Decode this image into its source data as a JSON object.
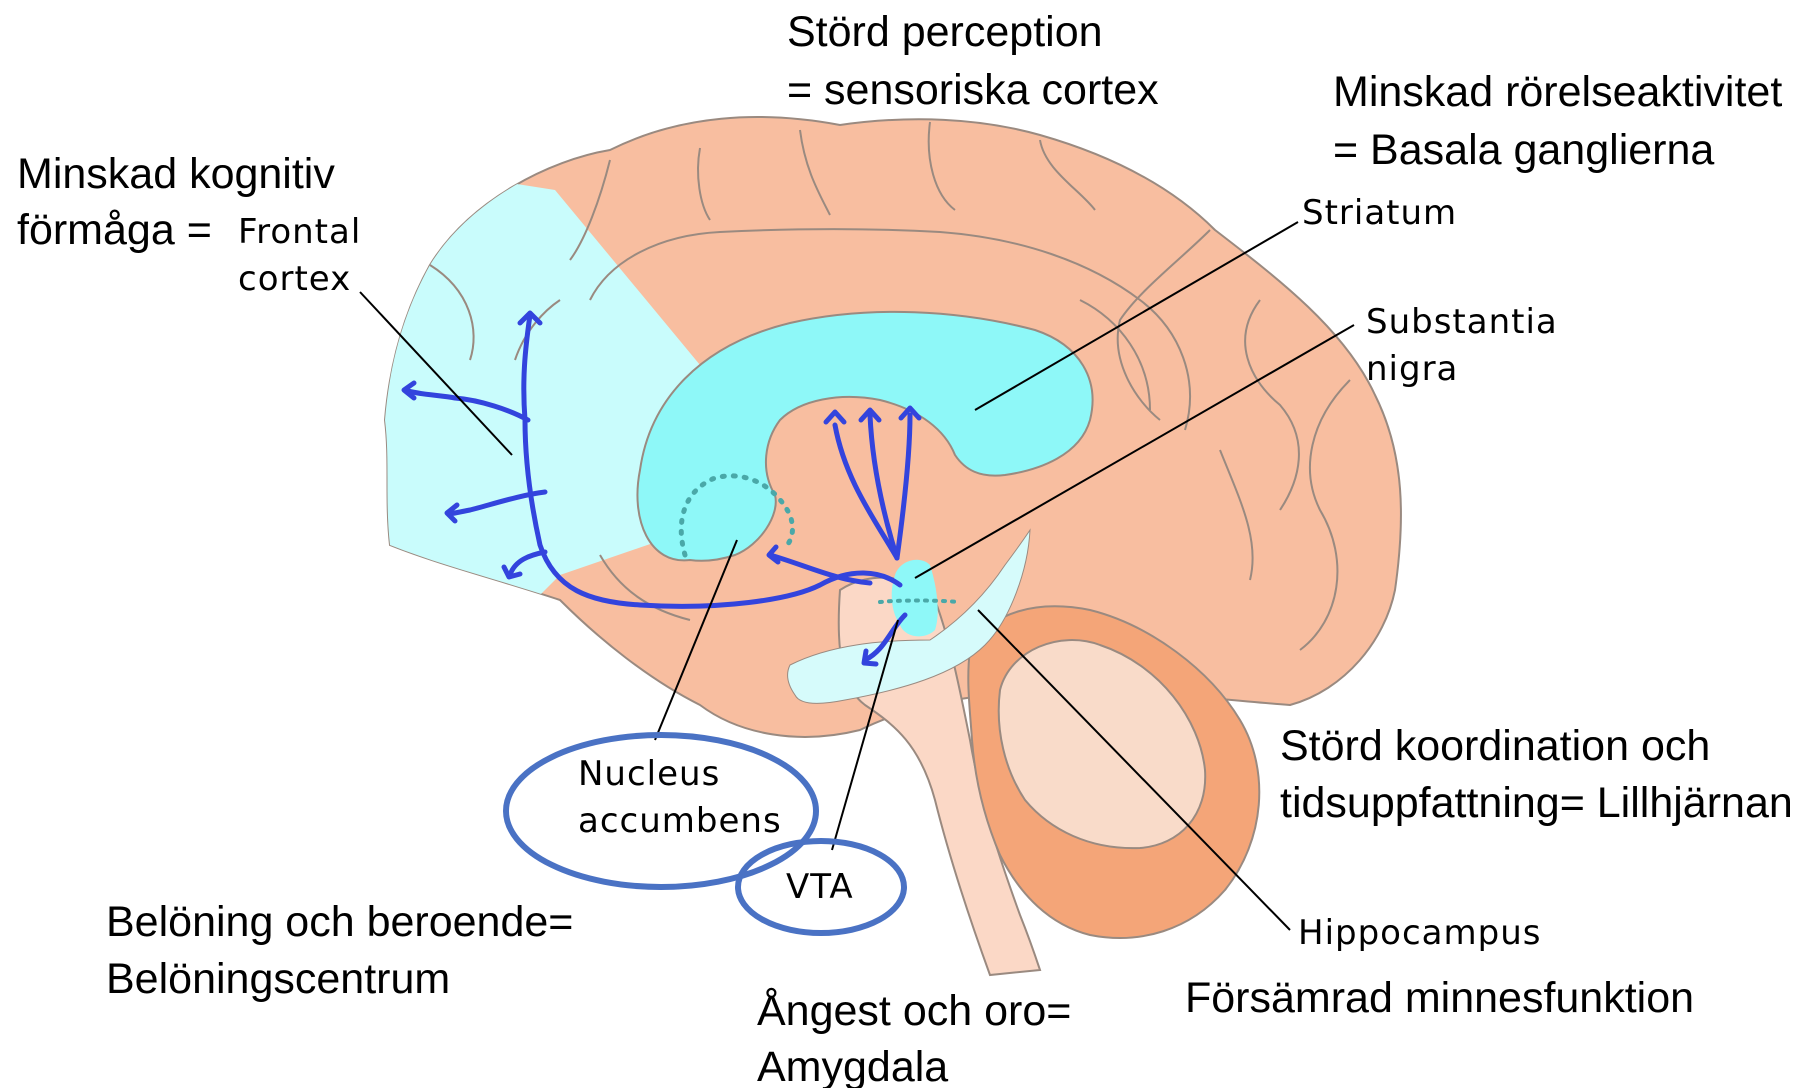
{
  "annotations": {
    "sensory": {
      "line1": "Störd perception",
      "line2": "= sensoriska cortex"
    },
    "basal_ganglia": {
      "line1": "Minskad rörelseaktivitet",
      "line2": "= Basala ganglierna"
    },
    "frontal": {
      "line1": "Minskad kognitiv",
      "line2": "förmåga ="
    },
    "cerebellum": {
      "line1": "Störd koordination och",
      "line2": "tidsuppfattning= Lillhjärnan"
    },
    "reward": {
      "line1": "Belöning och beroende=",
      "line2": "Belöningscentrum"
    },
    "anxiety": {
      "line1": "Ångest och oro=",
      "line2": "Amygdala"
    },
    "memory": {
      "line1": "Försämrad minnesfunktion"
    }
  },
  "labels": {
    "frontal_cortex": {
      "line1": "Frontal",
      "line2": "cortex"
    },
    "striatum": "Striatum",
    "substantia_nigra": {
      "line1": "Substantia",
      "line2": "nigra"
    },
    "nucleus_accumbens": {
      "line1": "Nucleus",
      "line2": "accumbens"
    },
    "vta": "VTA",
    "hippocampus": "Hippocampus"
  },
  "colors": {
    "cortex": "#f8bea0",
    "cortex_outline": "#9a8a80",
    "frontal_region": "#c9fcfc",
    "striatum": "#8ef8f8",
    "brainstem": "#fbd8c6",
    "cerebellum_outer": "#f4a578",
    "cerebellum_inner": "#f9dbc9",
    "hippocampus": "#d6fbfb",
    "pathway": "#3344dd",
    "circle": "#4a72c4",
    "dotted": "#4aa8a8"
  },
  "icons": {
    "pathway_arrows": "arrow-icon",
    "highlight_circles": "circle-icon"
  }
}
